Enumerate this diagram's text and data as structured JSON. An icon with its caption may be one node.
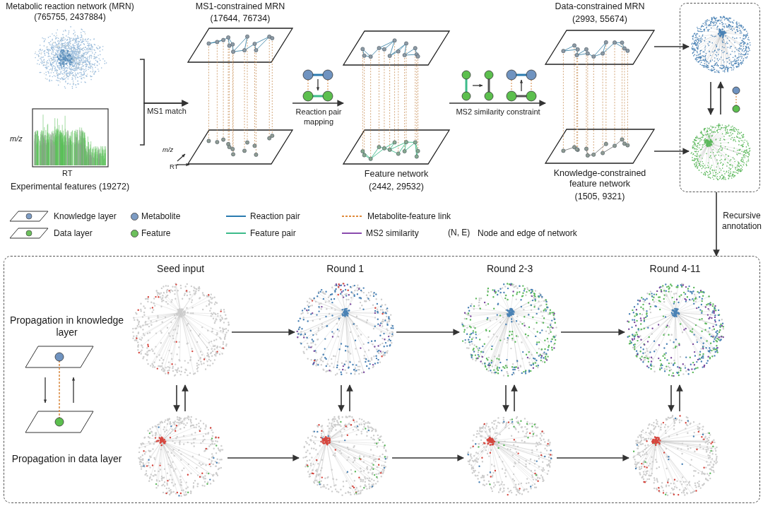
{
  "diagram": {
    "nodes": [
      {
        "text": [
          "Metabolic reaction network (MRN)",
          "(765755, 2437884)"
        ]
      },
      {
        "text": [
          "Experimental features (19272)"
        ]
      },
      {
        "text": [
          "MS1-constrained MRN",
          "(17644, 76734)"
        ]
      },
      {
        "text": [
          "Feature network",
          "(2442, 29532)"
        ]
      },
      {
        "text": [
          "Data-constrained MRN",
          "(2993, 55674)",
          "Knowledge-constrained feature network",
          "(1505, 9321)"
        ]
      },
      {
        "text": [],
        "shape": "box"
      },
      {
        "text": [],
        "shape": "picture",
        "in": 5
      },
      {
        "text": [],
        "shape": "picture",
        "in": 5
      },
      {
        "text": [],
        "shape": "box"
      },
      {
        "text": [
          "Propagation in knowledge layer"
        ],
        "in": 8
      },
      {
        "text": [
          "Propagation in data layer"
        ],
        "in": 8
      },
      {
        "text": [
          "Seed input"
        ],
        "in": 8
      },
      {
        "text": [],
        "shape": "picture",
        "in": 8
      },
      {
        "text": [
          "Round 1"
        ],
        "in": 8
      },
      {
        "text": [],
        "shape": "picture",
        "in": 8
      },
      {
        "text": [
          "Round 2-3"
        ],
        "in": 8
      },
      {
        "text": [],
        "shape": "picture",
        "in": 8
      },
      {
        "text": [
          "Round 4-11"
        ],
        "in": 8
      },
      {
        "text": [],
        "shape": "picture",
        "in": 8
      }
    ],
    "edges": [
      {
        "from": 0,
        "to": 2,
        "arrow": "to",
        "label": "MS1 match"
      },
      {
        "from": 1,
        "to": 2,
        "arrow": "to"
      },
      {
        "from": 2,
        "to": 3,
        "arrow": "to",
        "label": "Reaction pair mapping"
      },
      {
        "from": 3,
        "to": 4,
        "arrow": "to",
        "label": "MS2 similarity constraint"
      },
      {
        "from": 4,
        "to": 6,
        "arrow": "to"
      },
      {
        "from": 4,
        "to": 7,
        "arrow": "to"
      },
      {
        "from": 6,
        "to": 7,
        "arrow": "to"
      },
      {
        "from": 7,
        "to": 6,
        "arrow": "to"
      },
      {
        "from": 5,
        "to": 8,
        "arrow": "to",
        "label": "Recursive annotation"
      },
      {
        "from": 11,
        "to": 13,
        "arrow": "to"
      },
      {
        "from": 13,
        "to": 15,
        "arrow": "to"
      },
      {
        "from": 15,
        "to": 17,
        "arrow": "to"
      },
      {
        "from": 12,
        "to": 14,
        "arrow": "to"
      },
      {
        "from": 14,
        "to": 16,
        "arrow": "to"
      },
      {
        "from": 16,
        "to": 18,
        "arrow": "to"
      },
      {
        "from": 11,
        "to": 12,
        "arrow": "to"
      },
      {
        "from": 12,
        "to": 11,
        "arrow": "to"
      },
      {
        "from": 13,
        "to": 14,
        "arrow": "to"
      },
      {
        "from": 14,
        "to": 13,
        "arrow": "to"
      },
      {
        "from": 15,
        "to": 16,
        "arrow": "to"
      },
      {
        "from": 16,
        "to": 15,
        "arrow": "to"
      },
      {
        "from": 17,
        "to": 18,
        "arrow": "to"
      },
      {
        "from": 18,
        "to": 17,
        "arrow": "to"
      }
    ],
    "labels": [
      "m/z",
      "RT",
      "m/z",
      "RT",
      "(N, E)"
    ],
    "legend": [
      {
        "text": "Knowledge layer"
      },
      {
        "text": "Metabolite",
        "color": "#7d9cc4"
      },
      {
        "text": "Reaction pair"
      },
      {
        "text": "Metabolite-feature link"
      },
      {
        "text": "Data layer"
      },
      {
        "text": "Feature",
        "color": "#6cc05c"
      },
      {
        "text": "Feature pair"
      },
      {
        "text": "MS2 similarity"
      },
      {
        "text": "Node and edge of network"
      }
    ]
  }
}
